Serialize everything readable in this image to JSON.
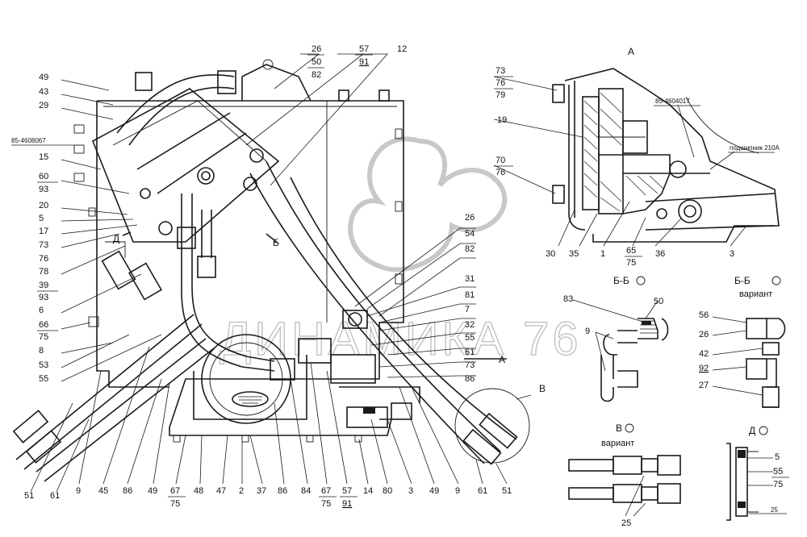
{
  "watermark": "ДИНАМИКА 76",
  "views": {
    "a": "А",
    "bb": "Б-Б",
    "bb_var": "Б-Б",
    "variant": "вариант",
    "v": "В",
    "v_variant": "вариант",
    "d": "Д",
    "main_arrow_a": "А",
    "main_arrow_b": "Б",
    "main_arrow_d": "Д",
    "callout_v": "В"
  },
  "notes": {
    "part_left": "85-4608067",
    "part_a": "85-4604017",
    "bearing": "подшипник 210А",
    "d_small": "25"
  },
  "labels_left": [
    "49",
    "43",
    "29",
    "15",
    "60",
    "93",
    "20",
    "5",
    "17",
    "73",
    "76",
    "78",
    "39",
    "93",
    "6",
    "66",
    "75",
    "8",
    "53",
    "55"
  ],
  "labels_top": [
    "26",
    "50",
    "82",
    "57",
    "91",
    "12"
  ],
  "labels_right": [
    "26",
    "54",
    "82",
    "31",
    "81",
    "7",
    "32",
    "55",
    "61",
    "73",
    "86"
  ],
  "labels_bottom": [
    "51",
    "61",
    "9",
    "45",
    "86",
    "49",
    "67",
    "75",
    "48",
    "47",
    "2",
    "37",
    "86",
    "84",
    "67",
    "75",
    "57",
    "91",
    "14",
    "80",
    "3",
    "49",
    "9",
    "61",
    "51"
  ],
  "labels_a": [
    "73",
    "76",
    "79",
    "19",
    "70",
    "76",
    "30",
    "35",
    "1",
    "65",
    "75",
    "36",
    "3"
  ],
  "labels_bb": [
    "83",
    "50",
    "9"
  ],
  "labels_bbvar": [
    "56",
    "26",
    "42",
    "92",
    "27"
  ],
  "labels_v": [
    "25"
  ],
  "labels_d": [
    "5",
    "55",
    "75"
  ]
}
